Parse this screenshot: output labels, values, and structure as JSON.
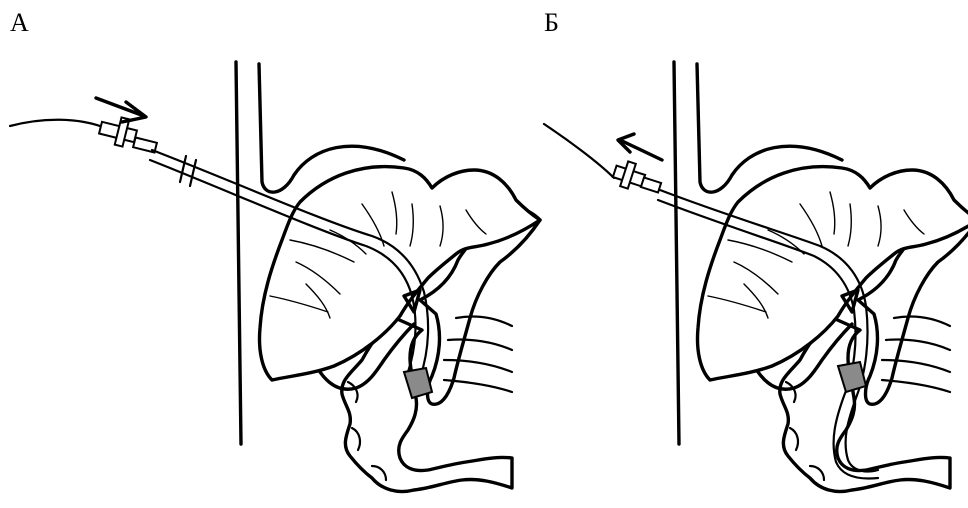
{
  "panels": [
    {
      "label": "А",
      "caption": ""
    },
    {
      "label": "Б",
      "caption": ""
    }
  ],
  "arrows": [
    {
      "panel": "А",
      "direction": "right",
      "icon": "arrow-right-icon"
    },
    {
      "panel": "Б",
      "direction": "left",
      "icon": "arrow-left-icon"
    }
  ]
}
